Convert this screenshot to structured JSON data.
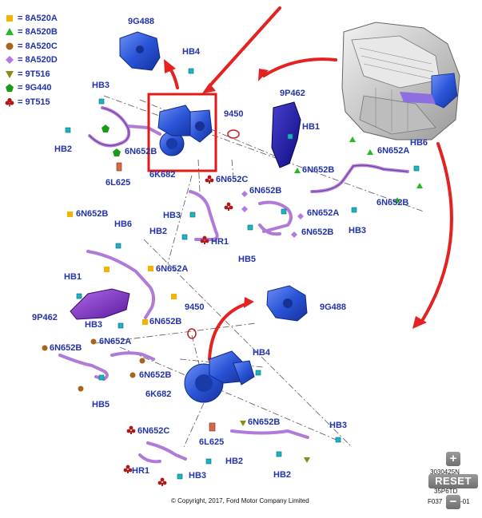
{
  "legend": [
    {
      "symbol": "square",
      "color": "#f2b400",
      "text": "= 8A520A"
    },
    {
      "symbol": "triangle-up",
      "color": "#22bb22",
      "text": "= 8A520B"
    },
    {
      "symbol": "circle",
      "color": "#a5651e",
      "text": "= 8A520C"
    },
    {
      "symbol": "diamond",
      "color": "#b27ae0",
      "text": "= 8A520D"
    },
    {
      "symbol": "triangle-down",
      "color": "#8a8a10",
      "text": "= 9T516"
    },
    {
      "symbol": "pentagon",
      "color": "#1a9a1a",
      "text": "= 9G440"
    },
    {
      "symbol": "club",
      "color": "#b01818",
      "text": "= 9T515"
    }
  ],
  "labels": {
    "top_9g488": "9G488",
    "top_hb4": "HB4",
    "top_hb3_left": "HB3",
    "top_9450": "9450",
    "top_9p462": "9P462",
    "top_hb1": "HB1",
    "top_hb2_left": "HB2",
    "top_6n652b_a": "6N652B",
    "top_6l625": "6L625",
    "top_6k682": "6K682",
    "top_6n652c": "6N652C",
    "top_6n652b_b": "6N652B",
    "top_6n652b_c": "6N652B",
    "top_6n652a_right": "6N652A",
    "top_hb6": "HB6",
    "top_6n652b_d": "6N652B",
    "top_6n652a_mid": "6N652A",
    "top_6n652b_e": "6N652B",
    "top_hb3_mid": "HB3",
    "top_hb3_right": "HB3",
    "top_hb2_mid": "HB2",
    "top_hr1": "HR1",
    "top_hb5": "HB5",
    "bot_6n652b_a": "6N652B",
    "bot_hb6": "HB6",
    "bot_6n652a_a": "6N652A",
    "bot_hb1": "HB1",
    "bot_9p462": "9P462",
    "bot_hb3": "HB3",
    "bot_6n652b_b": "6N652B",
    "bot_9450": "9450",
    "bot_9g488": "9G488",
    "bot_6n652b_c": "6N652B",
    "bot_6n652a_b": "6N652A",
    "bot_6n652b_d": "6N652B",
    "bot_hb4": "HB4",
    "bot_6k682": "6K682",
    "bot_hb5": "HB5",
    "bot_6n652c": "6N652C",
    "bot_6l625": "6L625",
    "bot_6n652b_e": "6N652B",
    "bot_hb3_right": "HB3",
    "bot_hr1": "HR1",
    "bot_hb2": "HB2",
    "bot_hb3_low": "HB3",
    "bot_hb2_right": "HB2"
  },
  "footer": {
    "copyright": "© Copyright, 2017, Ford Motor Company Limited",
    "ref_line1": "3030425N",
    "ref_line2": "35P6TD",
    "ref_line3": "F037",
    "ref_line3b": "-01"
  },
  "controls": {
    "zoom_in": "+",
    "reset": "RESET",
    "zoom_out": "−"
  },
  "colors": {
    "label": "#2233aa",
    "arrow": "#e32222",
    "part_blue": "#2a55d8",
    "hose_purple": "#b07ad8",
    "highlight_box": "#e01a1a"
  }
}
